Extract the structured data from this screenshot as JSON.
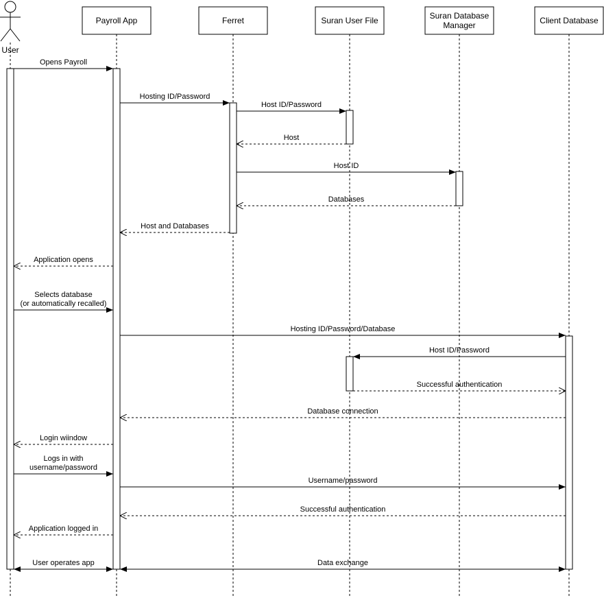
{
  "actor": {
    "label": "User"
  },
  "participants": [
    {
      "label": "Payroll App"
    },
    {
      "label": "Ferret"
    },
    {
      "label": "Suran User File"
    },
    {
      "lines": [
        "Suran  Database",
        "Manager"
      ]
    },
    {
      "label": "Client Database"
    }
  ],
  "messages": [
    {
      "lines": [
        "Opens Payroll"
      ],
      "from": "User",
      "to": "Payroll App",
      "kind": "sync"
    },
    {
      "lines": [
        "Hosting ID/Password"
      ],
      "from": "Payroll App",
      "to": "Ferret",
      "kind": "sync"
    },
    {
      "lines": [
        "Host ID/Password"
      ],
      "from": "Ferret",
      "to": "Suran User File",
      "kind": "sync"
    },
    {
      "lines": [
        "Host"
      ],
      "from": "Suran User File",
      "to": "Ferret",
      "kind": "return"
    },
    {
      "lines": [
        "Host ID"
      ],
      "from": "Ferret",
      "to": "Suran Database Manager",
      "kind": "sync"
    },
    {
      "lines": [
        "Databases"
      ],
      "from": "Suran Database Manager",
      "to": "Ferret",
      "kind": "return"
    },
    {
      "lines": [
        "Host and Databases"
      ],
      "from": "Ferret",
      "to": "Payroll App",
      "kind": "return"
    },
    {
      "lines": [
        "Application opens"
      ],
      "from": "Payroll App",
      "to": "User",
      "kind": "return"
    },
    {
      "lines": [
        "Selects database",
        "(or automatically recalled)"
      ],
      "from": "User",
      "to": "Payroll App",
      "kind": "sync"
    },
    {
      "lines": [
        "Hosting ID/Password/Database"
      ],
      "from": "Payroll App",
      "to": "Client Database",
      "kind": "sync"
    },
    {
      "lines": [
        "Host ID/Password"
      ],
      "from": "Client Database",
      "to": "Suran User File",
      "kind": "sync"
    },
    {
      "lines": [
        "Successful authentication"
      ],
      "from": "Suran User File",
      "to": "Client Database",
      "kind": "return"
    },
    {
      "lines": [
        "Database connection"
      ],
      "from": "Client Database",
      "to": "Payroll App",
      "kind": "return"
    },
    {
      "lines": [
        "Login wiindow"
      ],
      "from": "Payroll App",
      "to": "User",
      "kind": "return"
    },
    {
      "lines": [
        "Logs in with",
        "username/password"
      ],
      "from": "User",
      "to": "Payroll App",
      "kind": "sync"
    },
    {
      "lines": [
        "Username/password"
      ],
      "from": "Payroll App",
      "to": "Client Database",
      "kind": "sync"
    },
    {
      "lines": [
        "Successful authentication"
      ],
      "from": "Client Database",
      "to": "Payroll App",
      "kind": "return"
    },
    {
      "lines": [
        "Application logged in"
      ],
      "from": "Payroll App",
      "to": "User",
      "kind": "return"
    },
    {
      "lines": [
        "User operates app"
      ],
      "from": "User",
      "to": "Payroll App",
      "kind": "both"
    },
    {
      "lines": [
        "Data exchange"
      ],
      "from": "Payroll App",
      "to": "Client Database",
      "kind": "both"
    }
  ]
}
